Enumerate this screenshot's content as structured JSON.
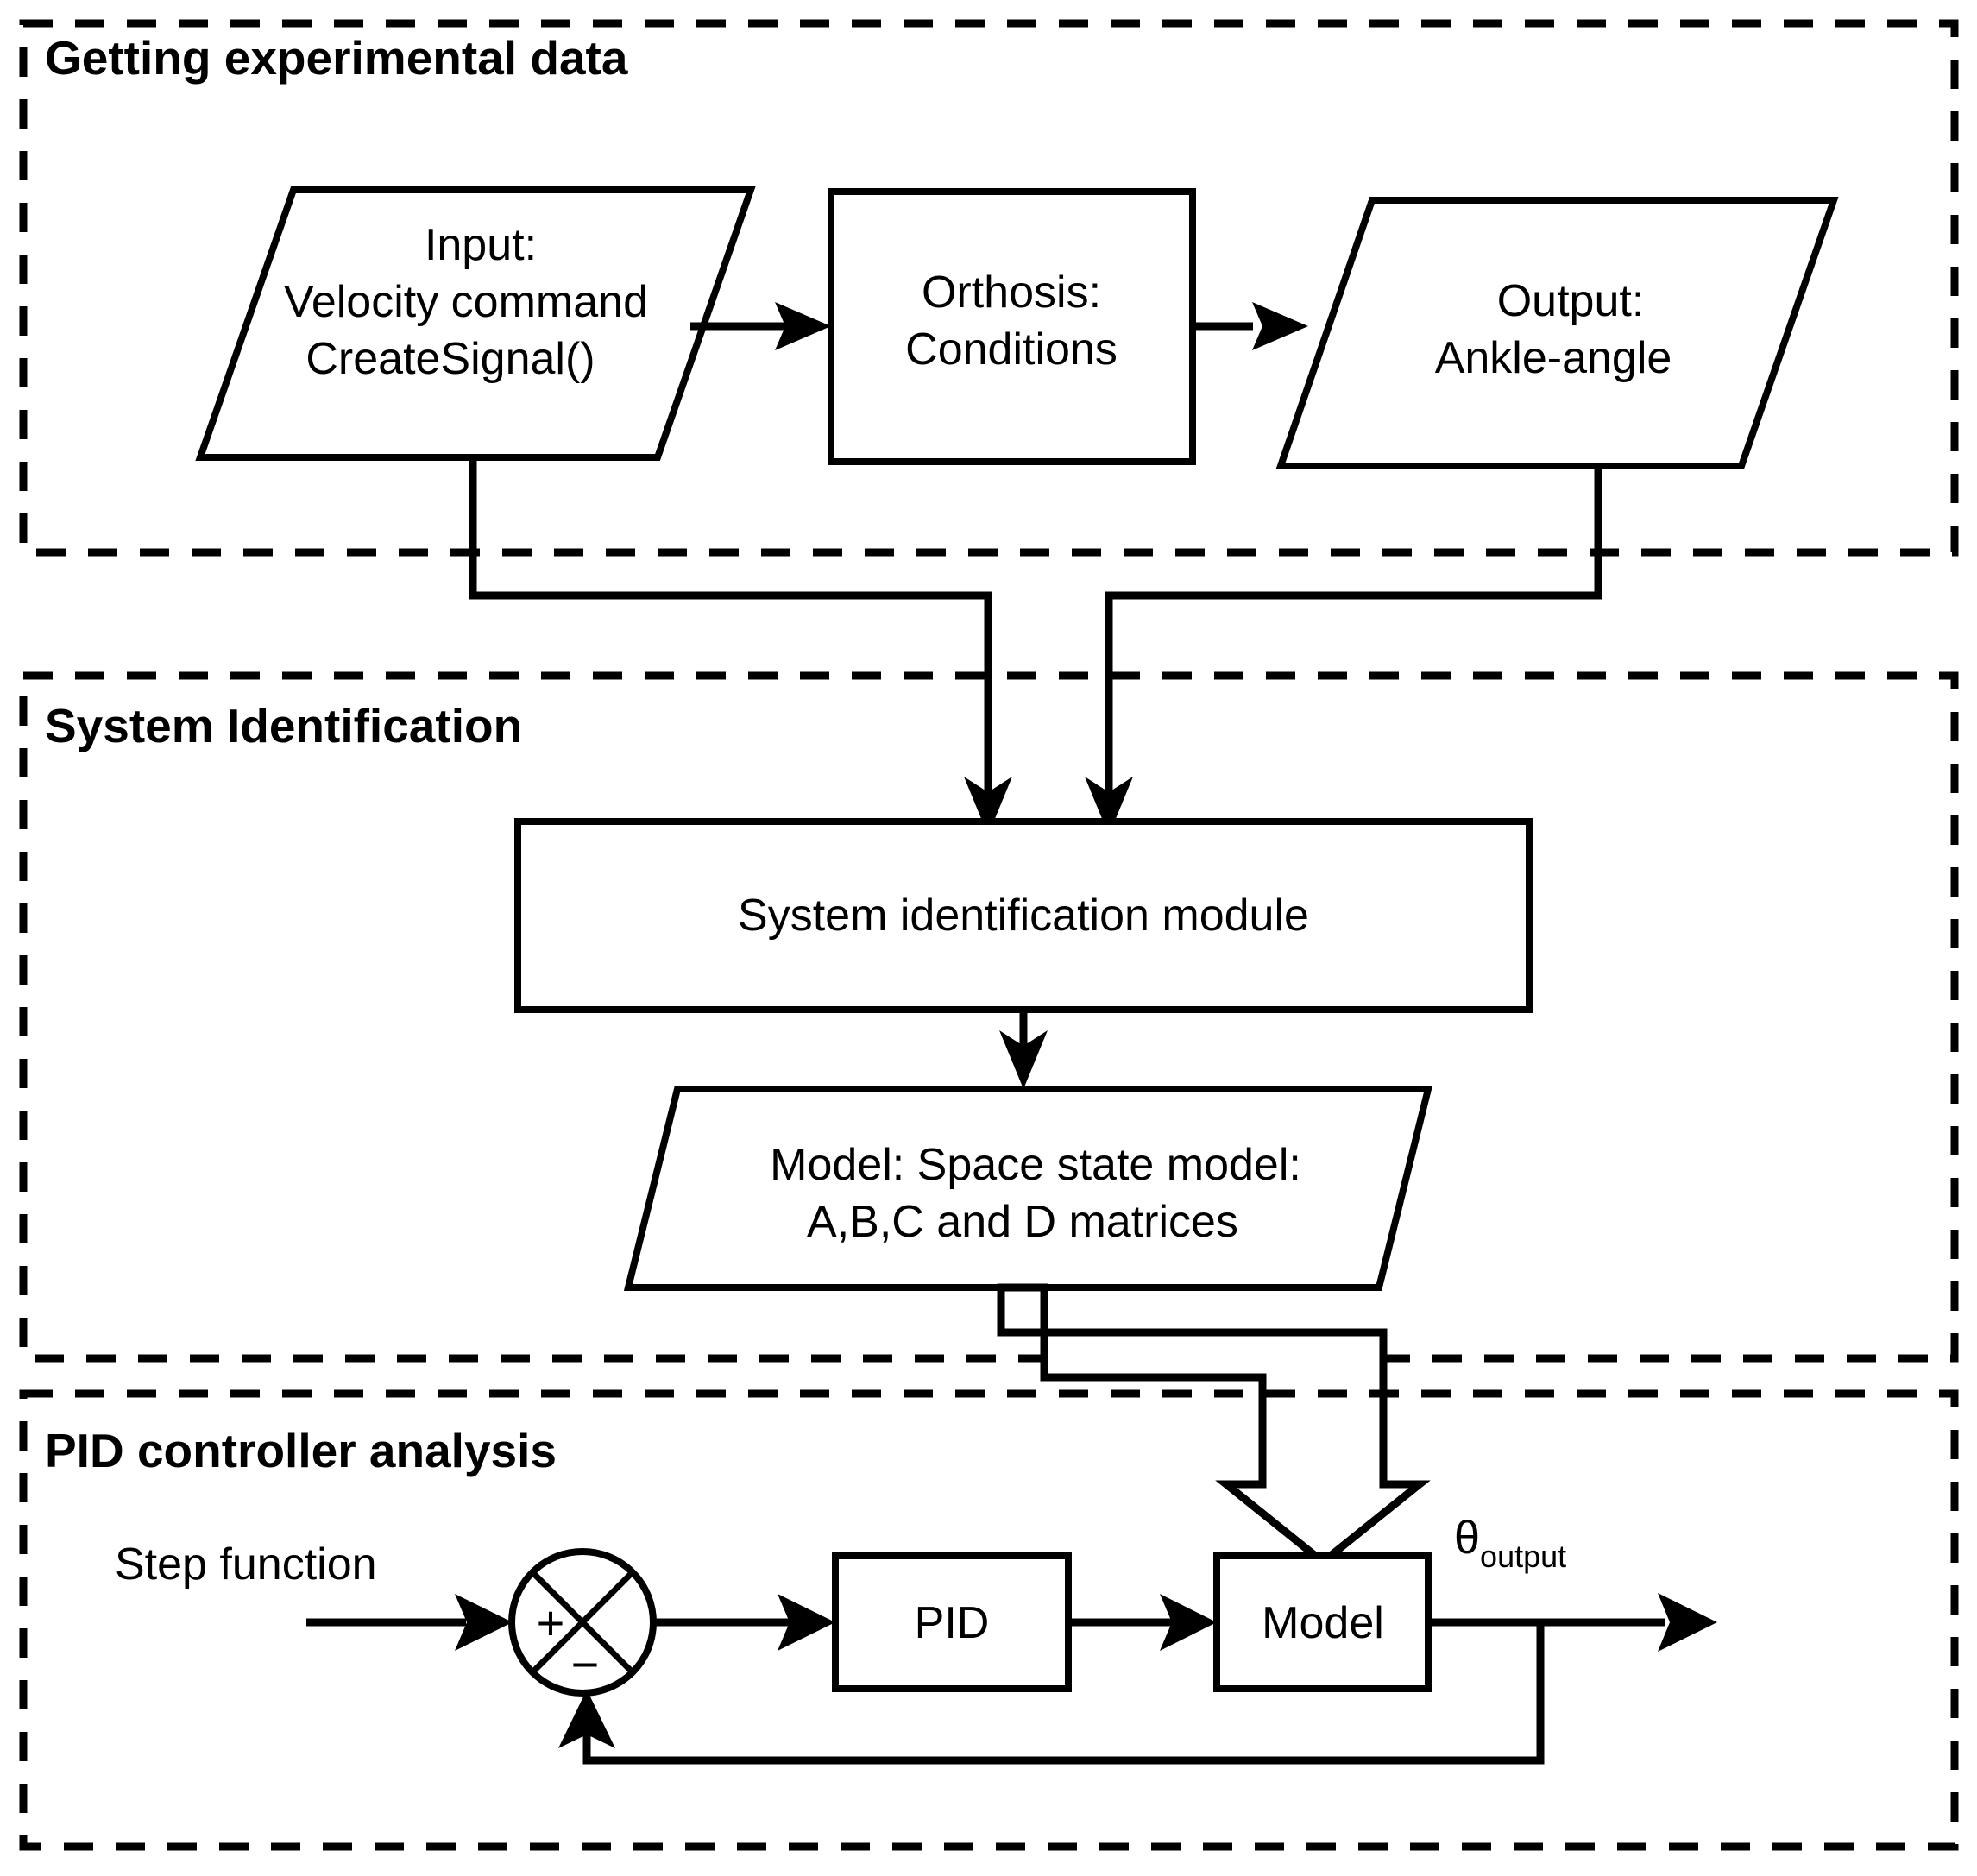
{
  "figure": {
    "type": "flowchart",
    "description": "Three-stage block diagram: experimental data acquisition, system identification, and PID controller analysis"
  },
  "panels": [
    {
      "id": "getting-experimental-data",
      "title": "Getting experimental data",
      "nodes": [
        {
          "id": "input",
          "shape": "parallelogram",
          "lines": [
            "Input:",
            "Velocity command",
            "CreateSignal()"
          ]
        },
        {
          "id": "orthosis",
          "shape": "rectangle",
          "lines": [
            "Orthosis:",
            "Conditions"
          ]
        },
        {
          "id": "output",
          "shape": "parallelogram",
          "lines": [
            "Output:",
            "Ankle-angle"
          ]
        }
      ]
    },
    {
      "id": "system-identification",
      "title": "System Identification",
      "nodes": [
        {
          "id": "sysid-module",
          "shape": "rectangle",
          "lines": [
            "System identification module"
          ]
        },
        {
          "id": "model-data",
          "shape": "parallelogram",
          "lines": [
            "Model: Space state model:",
            "A,B,C and D matrices"
          ]
        }
      ]
    },
    {
      "id": "pid-controller-analysis",
      "title": "PID controller analysis",
      "nodes": [
        {
          "id": "step-function",
          "shape": "text",
          "lines": [
            "Step function"
          ]
        },
        {
          "id": "summing-junction",
          "shape": "circle-cross",
          "plus_sign": "+",
          "minus_sign": "−"
        },
        {
          "id": "pid",
          "shape": "rectangle",
          "lines": [
            "PID"
          ]
        },
        {
          "id": "model-block",
          "shape": "rectangle",
          "lines": [
            "Model"
          ]
        },
        {
          "id": "theta-output",
          "shape": "text",
          "symbol": "θ",
          "subscript": "output"
        }
      ]
    }
  ],
  "colors": {
    "stroke": "#000000",
    "fill": "#ffffff",
    "background": "#ffffff"
  }
}
